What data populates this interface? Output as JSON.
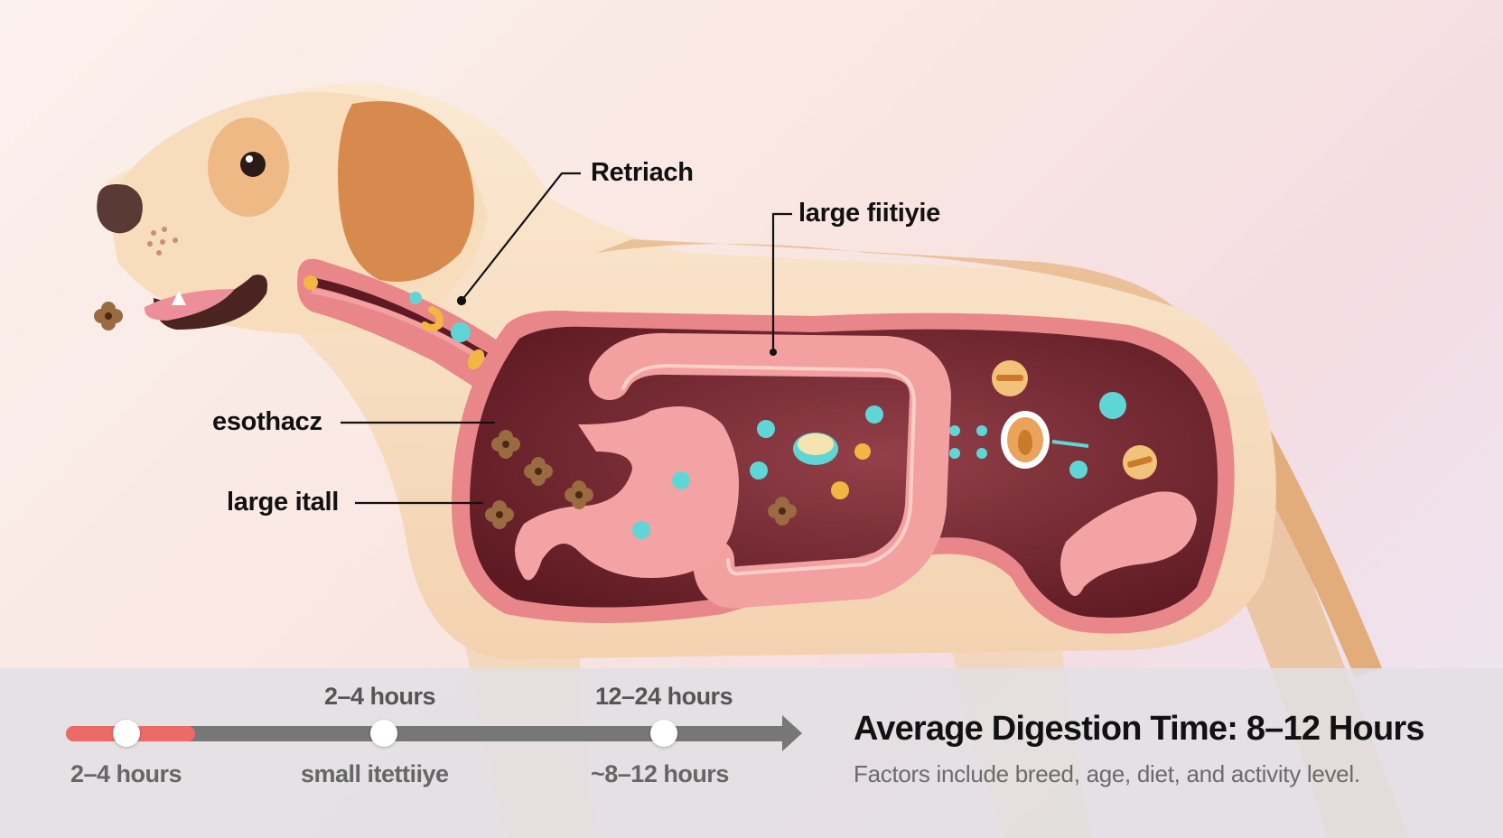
{
  "diagram": {
    "subject": "Dog digestive system cross-section",
    "callouts": [
      {
        "id": "retriach",
        "label": "Retriach"
      },
      {
        "id": "large-fiitiyie",
        "label": "large fiitiyie"
      },
      {
        "id": "esothacz",
        "label": "esothacz"
      },
      {
        "id": "large-itall",
        "label": "large itall"
      }
    ],
    "colors": {
      "fur": "#f6dcbb",
      "fur_patch": "#e6a46a",
      "ear": "#d88a4e",
      "nose": "#5a3a34",
      "body_cavity": "#7a2a32",
      "organ_pink": "#f2a0a0",
      "cavity_rim": "#e8868a",
      "particle_teal": "#5fd6d6",
      "particle_yellow": "#f2b642",
      "kibble": "#9a6a40"
    }
  },
  "timeline": {
    "stages": [
      {
        "top_label": "",
        "bottom_label": "2–4 hours"
      },
      {
        "top_label": "2–4 hours",
        "bottom_label": "small itettiiye"
      },
      {
        "top_label": "12–24 hours",
        "bottom_label": "~8–12 hours"
      }
    ],
    "colors": {
      "track": "#777777",
      "progress": "#ec6b66",
      "node": "#ffffff"
    }
  },
  "summary": {
    "headline": "Average Digestion Time: 8–12 Hours",
    "subline": "Factors include breed, age, diet, and activity level."
  }
}
